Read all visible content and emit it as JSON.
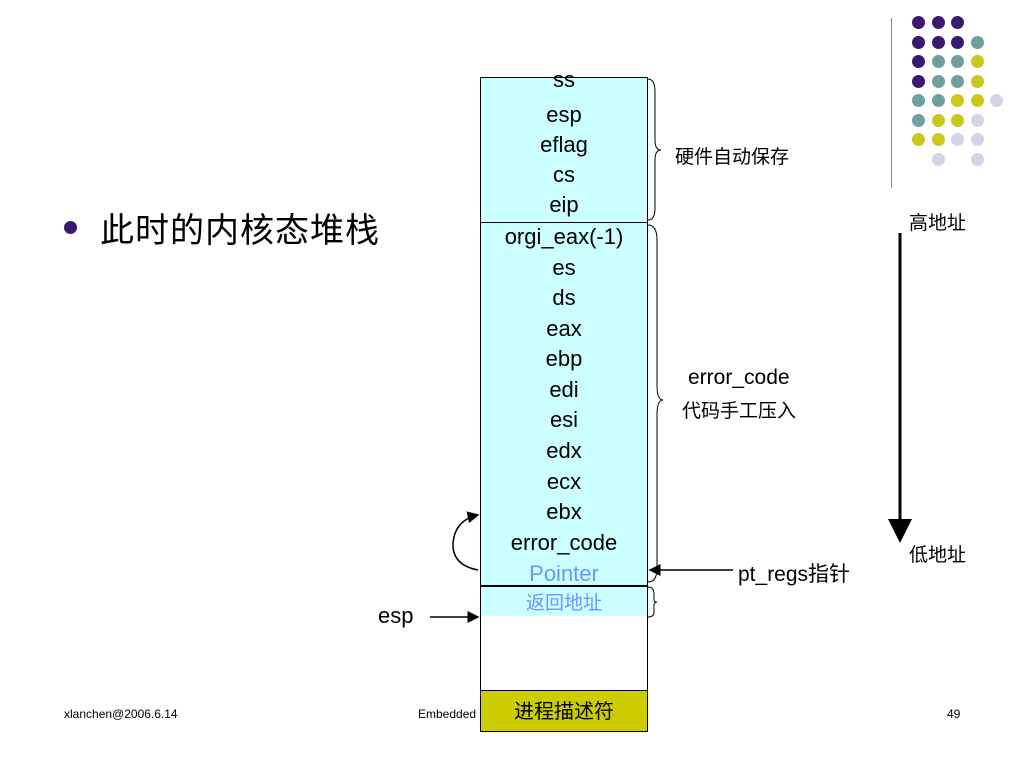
{
  "slide": {
    "bullet_text": "此时的内核态堆栈",
    "stack_hw_registers": [
      "ss",
      "esp",
      "eflag",
      "cs",
      "eip"
    ],
    "stack_sw_registers": [
      "orgi_eax(-1)",
      "es",
      "ds",
      "eax",
      "ebp",
      "edi",
      "esi",
      "edx",
      "ecx",
      "ebx",
      "error_code"
    ],
    "pointer_label": "Pointer",
    "return_address": "返回地址",
    "process_descriptor": "进程描述符",
    "hw_saved_label": "硬件自动保存",
    "error_code_label_line1": "error_code",
    "error_code_label_line2": "代码手工压入",
    "pt_regs_label": "pt_regs指针",
    "esp_label": "esp",
    "high_address": "高地址",
    "low_address": "低地址",
    "footer_left": "xlanchen@2006.6.14",
    "footer_center": "Embedded",
    "page_number": "49"
  },
  "colors": {
    "stack_fill": "#ccffff",
    "descriptor_fill": "#cccc00",
    "link_text": "#6699ff",
    "bullet": "#3a1a6e",
    "dot_purple": "#3a1a6e",
    "dot_teal": "#6f9f9f",
    "dot_yellow": "#c8c81e",
    "dot_lavender": "#d4d4e8"
  }
}
